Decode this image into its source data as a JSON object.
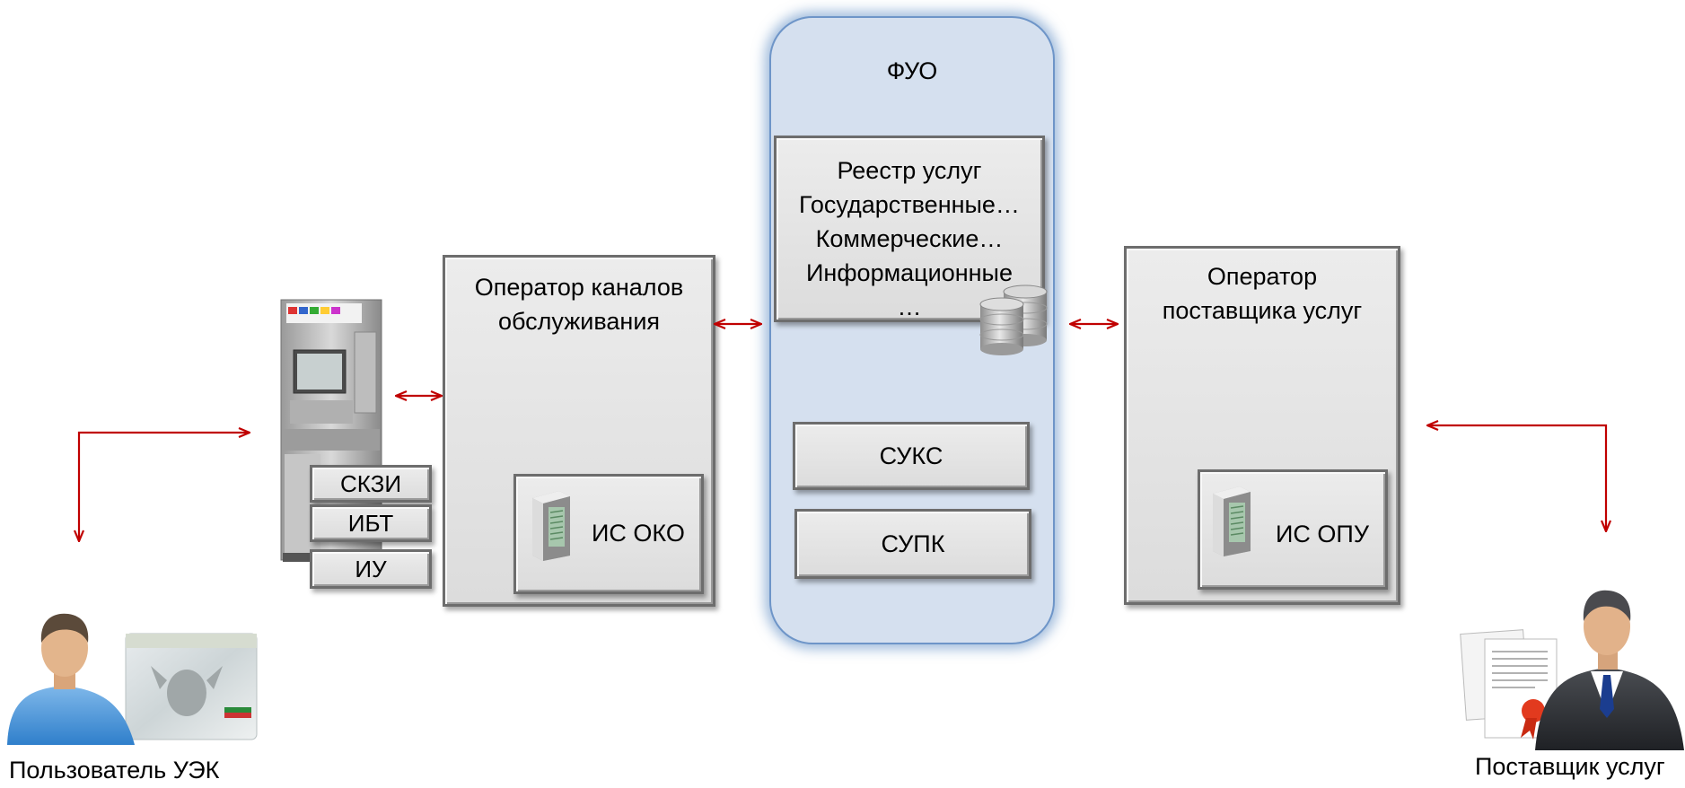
{
  "fuo": {
    "title": "ФУО"
  },
  "registry": {
    "lines": [
      "Реестр услуг",
      "Государственные…",
      "Коммерческие…",
      "Информационные",
      "…"
    ]
  },
  "services": {
    "suks": "СУКС",
    "supk": "СУПК"
  },
  "channel_operator": {
    "title_line1": "Оператор каналов",
    "title_line2": "обслуживания",
    "system": "ИС ОКО"
  },
  "provider_operator": {
    "title_line1": "Оператор",
    "title_line2": "поставщика услуг",
    "system": "ИС ОПУ"
  },
  "atm_modules": [
    "СКЗИ",
    "ИБТ",
    "ИУ"
  ],
  "actors": {
    "user": "Пользователь УЭК",
    "provider": "Поставщик услуг"
  },
  "colors": {
    "arrow": "#c00000",
    "fuo_fill": "#d5e0ef",
    "fuo_glow": "#4f81bd",
    "box_fill": "#e2e2e2"
  }
}
